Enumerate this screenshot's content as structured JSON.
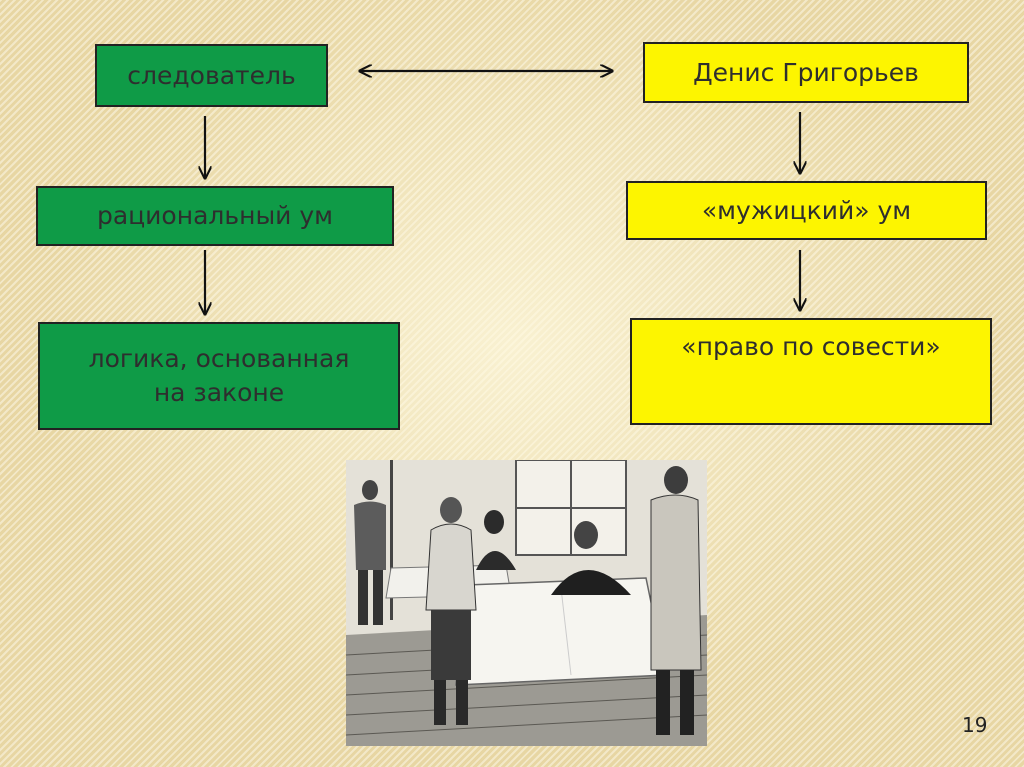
{
  "slide": {
    "left_column": {
      "box1": "следователь",
      "box2": "рациональный ум",
      "box3_line1": "логика, основанная",
      "box3_line2": "на законе"
    },
    "right_column": {
      "box1": "Денис Григорьев",
      "box2": "«мужицкий» ум",
      "box3": "«право по совести»"
    },
    "page_number": "19"
  },
  "colors": {
    "green_box": "#0f9b47",
    "yellow_box": "#fdf500",
    "background": "#ecdcab"
  }
}
